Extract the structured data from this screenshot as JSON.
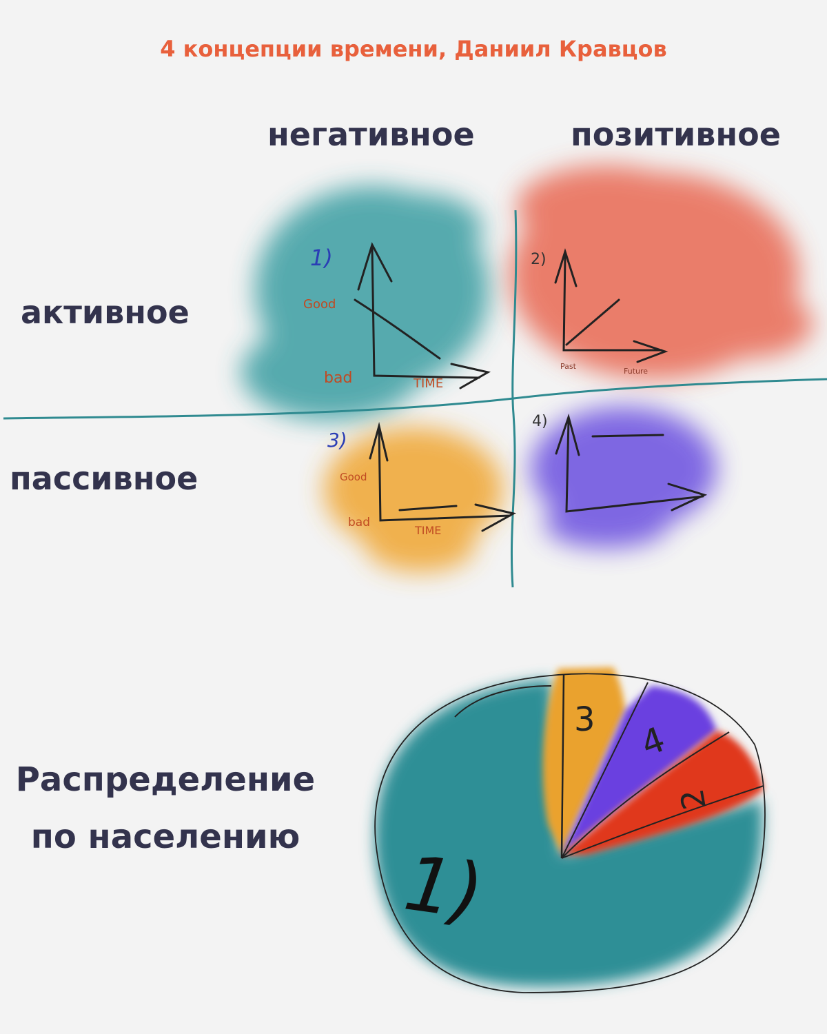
{
  "title": "4 концепции времени, Даниил Кравцов",
  "columns": {
    "negative": "негативное",
    "positive": "позитивное"
  },
  "rows": {
    "active": "активное",
    "passive": "пассивное"
  },
  "distribution": {
    "line1": "Распределение",
    "line2": "по населению"
  },
  "quadrants": [
    {
      "number": "1)",
      "color": "#3a9ea2",
      "labels": [
        "Good",
        "bad",
        "TIME"
      ]
    },
    {
      "number": "2)",
      "color": "#e8604a",
      "labels": [
        "Past",
        "Future"
      ]
    },
    {
      "number": "3)",
      "color": "#f0a630",
      "labels": [
        "Good",
        "bad",
        "TIME"
      ]
    },
    {
      "number": "4)",
      "color": "#6a4fe0",
      "labels": []
    }
  ],
  "pie": {
    "segments": [
      {
        "label": "1)",
        "color": "#2f8f96"
      },
      {
        "label": "3",
        "color": "#eaa22f"
      },
      {
        "label": "4",
        "color": "#6a3fe0"
      },
      {
        "label": "2",
        "color": "#e0381f"
      }
    ]
  }
}
